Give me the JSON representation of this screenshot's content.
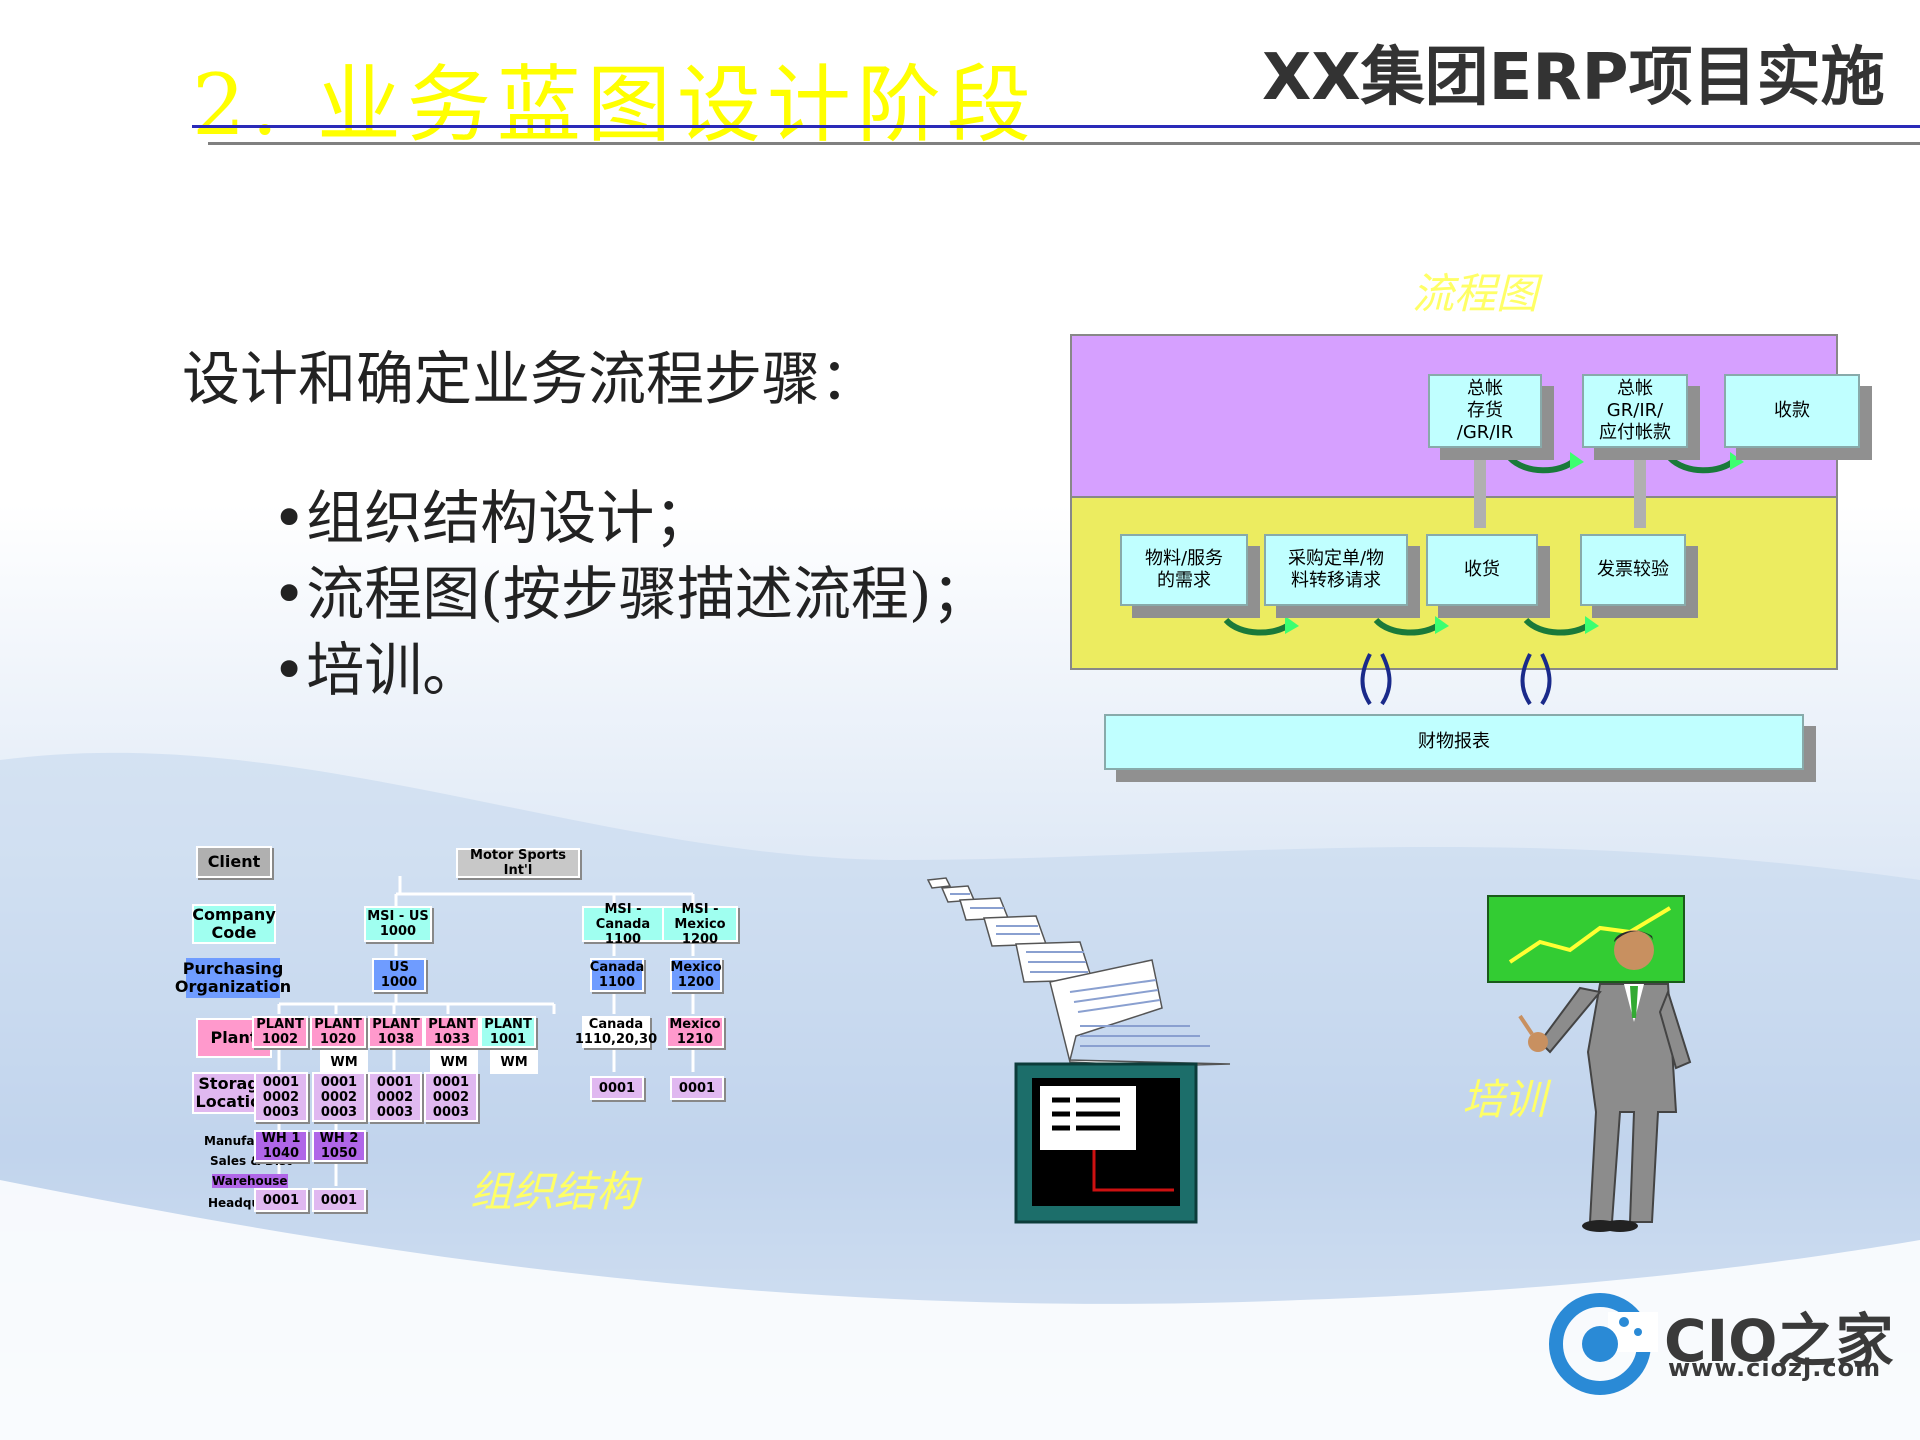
{
  "header": {
    "title": "2.  业务蓝图设计阶段",
    "subtitle": "XX集团ERP项目实施"
  },
  "main": {
    "heading": "设计和确定业务流程步骤：",
    "bullets": [
      "•组织结构设计；",
      "•流程图(按步骤描述流程)；",
      "•培训。"
    ]
  },
  "captions": {
    "flowchart": "流程图",
    "org": "组织结构",
    "training": "培训"
  },
  "process": {
    "top_boxes": [
      "总帐\n存货\n/GR/IR",
      "总帐\nGR/IR/\n应付帐款",
      "收款"
    ],
    "mid_boxes": [
      "物料/服务\n的需求",
      "采购定单/物\n料转移请求",
      "收货",
      "发票较验"
    ],
    "bottom_box": "财物报表",
    "colors": {
      "top_band": "#d6a0ff",
      "mid_band": "#ecec60",
      "box": "#c0ffff"
    }
  },
  "org": {
    "levels": [
      "Client",
      "Company\nCode",
      "Purchasing\nOrganization",
      "Plant",
      "Storage\nLocation"
    ],
    "sub_labels": [
      "Manufacturing",
      "Sales & Dist",
      "Warehouse",
      "Headquarters"
    ],
    "root": "Motor Sports Int'l",
    "company_codes": [
      "MSI - US\n1000",
      "MSI - Canada\n1100",
      "MSI - Mexico\n1200"
    ],
    "purch_orgs": [
      "US\n1000",
      "Canada\n1100",
      "Mexico\n1200"
    ],
    "plants": [
      "PLANT\n1002",
      "PLANT\n1020",
      "PLANT\n1038",
      "PLANT\n1033",
      "PLANT\n1001",
      "Canada\n1110,20,30",
      "Mexico\n1210"
    ],
    "wm": [
      "WM",
      "WM",
      "WM"
    ],
    "storage": [
      "0001\n0002\n0003",
      "0001\n0002\n0003",
      "0001\n0002\n0003",
      "0001\n0002\n0003",
      "0001",
      "0001"
    ],
    "warehouses": [
      "WH 1\n1040",
      "WH 2\n1050"
    ],
    "wh_storage": [
      "0001",
      "0001"
    ]
  },
  "logo": {
    "name": "CIO之家",
    "url": "www.ciozj.com"
  }
}
